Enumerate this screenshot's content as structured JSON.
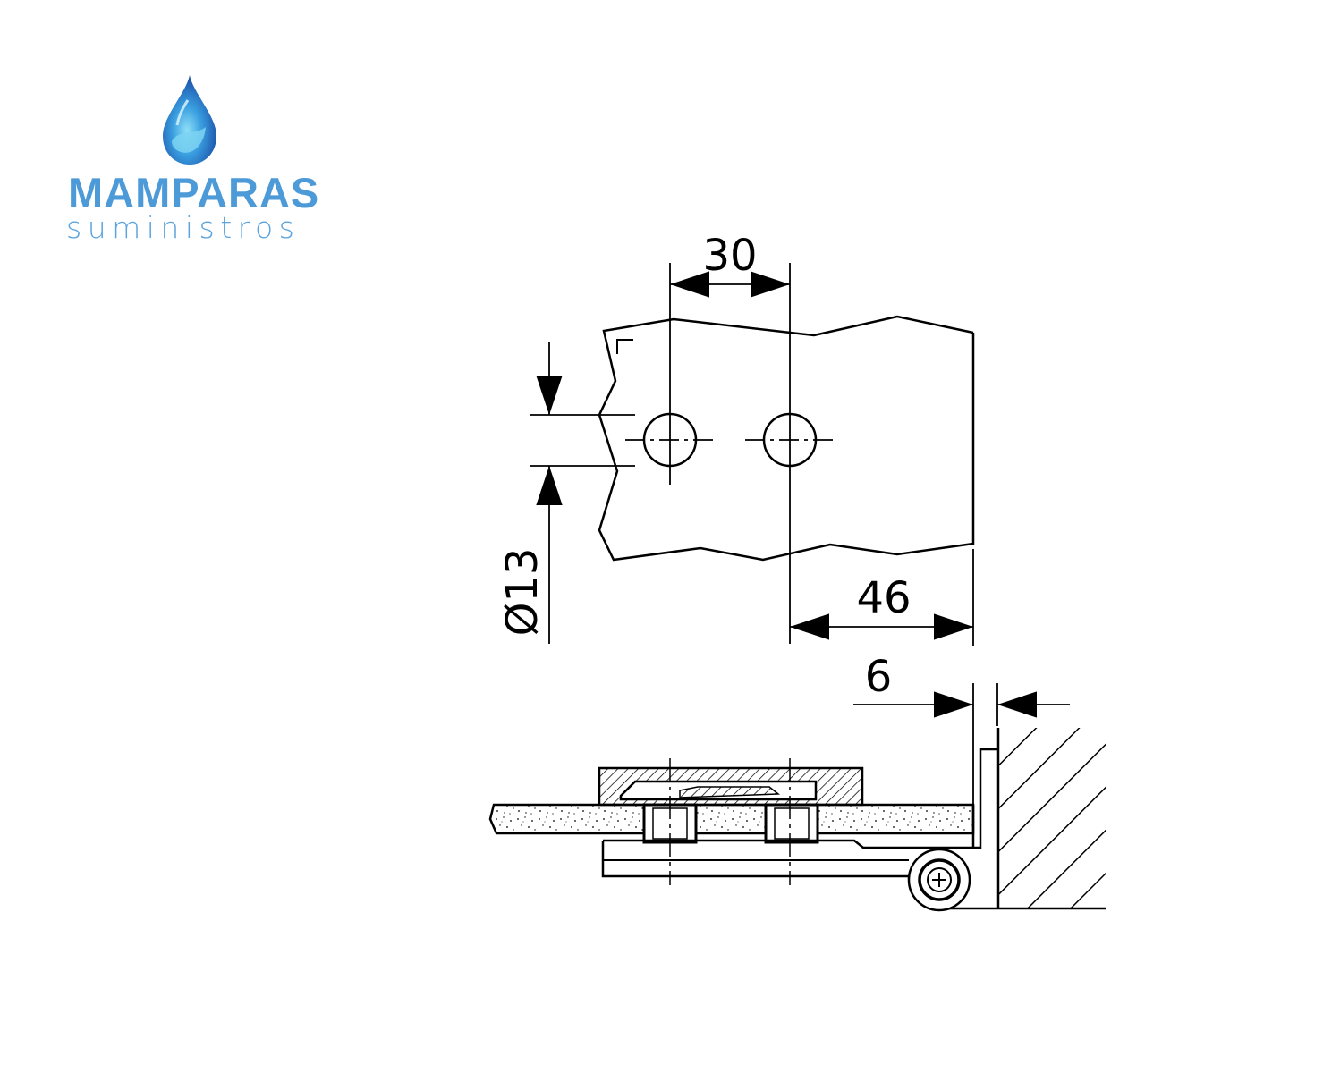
{
  "logo": {
    "icon": "water-drop-icon",
    "title": "MAMPARAS",
    "subtitle": "suministros",
    "colors": {
      "brand": "#4d9ad8",
      "drop_dark": "#1e63b8",
      "drop_light": "#7cd3f2"
    }
  },
  "dimensions": {
    "hole_spacing": "30",
    "hole_diameter": "Ø13",
    "edge_distance": "46",
    "gap": "6"
  }
}
